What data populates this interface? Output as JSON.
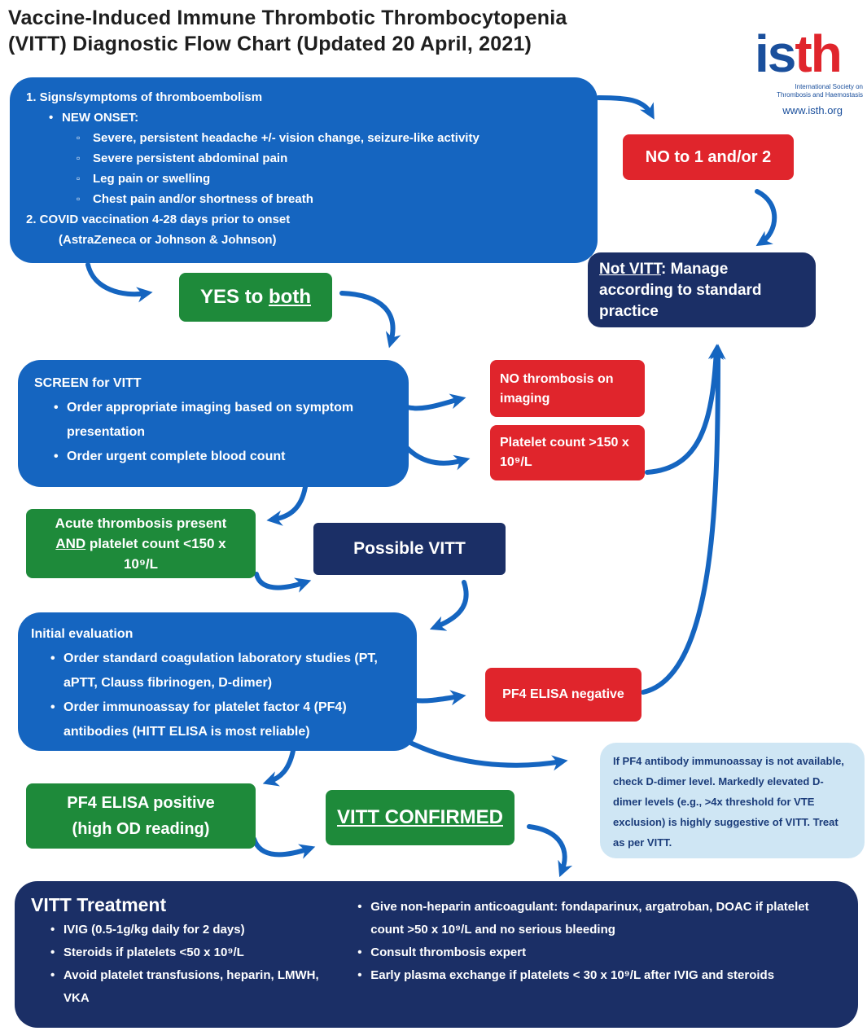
{
  "title": {
    "line1": "Vaccine-Induced Immune Thrombotic Thrombocytopenia",
    "line2": "(VITT) Diagnostic Flow Chart (Updated 20 April, 2021)"
  },
  "logo": {
    "mark_is": "is",
    "mark_th": "th",
    "org_line1": "International Society on",
    "org_line2": "Thrombosis and Haemostasis",
    "url": "www.isth.org"
  },
  "criteria": {
    "item1": "1.   Signs/symptoms of thromboembolism",
    "new_onset": "NEW ONSET:",
    "symptoms": [
      "Severe, persistent headache +/- vision change, seizure-like activity",
      "Severe persistent abdominal pain",
      "Leg pain or swelling",
      "Chest pain and/or shortness of breath"
    ],
    "item2_line1": "2.   COVID vaccination 4-28 days prior to onset",
    "item2_line2": "(AstraZeneca or Johnson & Johnson)"
  },
  "no_box": "NO to 1 and/or 2",
  "not_vitt": {
    "label": "Not VITT",
    "rest": ": Manage according to standard practice"
  },
  "yes_box": {
    "prefix": "YES to ",
    "emph": "both"
  },
  "screen": {
    "heading": "SCREEN for VITT",
    "items": [
      "Order appropriate imaging based on symptom presentation",
      "Order urgent complete blood count"
    ]
  },
  "no_thrombosis": "NO thrombosis on imaging",
  "platelet_high": "Platelet count >150 x 10⁹/L",
  "acute": {
    "line1": "Acute thrombosis present ",
    "emph": "AND",
    "line2": " platelet count <150 x 10⁹/L"
  },
  "possible": "Possible VITT",
  "initial": {
    "heading": "Initial evaluation",
    "items": [
      "Order standard coagulation laboratory studies (PT, aPTT, Clauss fibrinogen, D-dimer)",
      "Order immunoassay for platelet factor 4 (PF4) antibodies (HITT ELISA is most reliable)"
    ]
  },
  "pf4_negative": "PF4 ELISA negative",
  "note": "If PF4 antibody immunoassay is not available, check D-dimer level. Markedly elevated D-dimer levels (e.g., >4x threshold for VTE exclusion) is highly suggestive of VITT. Treat as per VITT.",
  "pf4_positive": {
    "line1": "PF4 ELISA positive",
    "line2": "(high OD reading)"
  },
  "confirmed": "VITT CONFIRMED",
  "treatment": {
    "heading": "VITT Treatment",
    "left": [
      "IVIG (0.5-1g/kg daily for 2 days)",
      "Steroids if platelets <50 x 10⁹/L",
      "Avoid platelet transfusions, heparin, LMWH, VKA"
    ],
    "right": [
      "Give non-heparin anticoagulant: fondaparinux, argatroban, DOAC if platelet count >50 x 10⁹/L and no serious bleeding",
      "Consult thrombosis expert",
      "Early plasma exchange if platelets < 30 x 10⁹/L after IVIG and steroids"
    ]
  },
  "colors": {
    "blue": "#1565c0",
    "navy": "#1b2f66",
    "red": "#e0252c",
    "green": "#1e8a3a",
    "light": "#cfe6f4"
  }
}
